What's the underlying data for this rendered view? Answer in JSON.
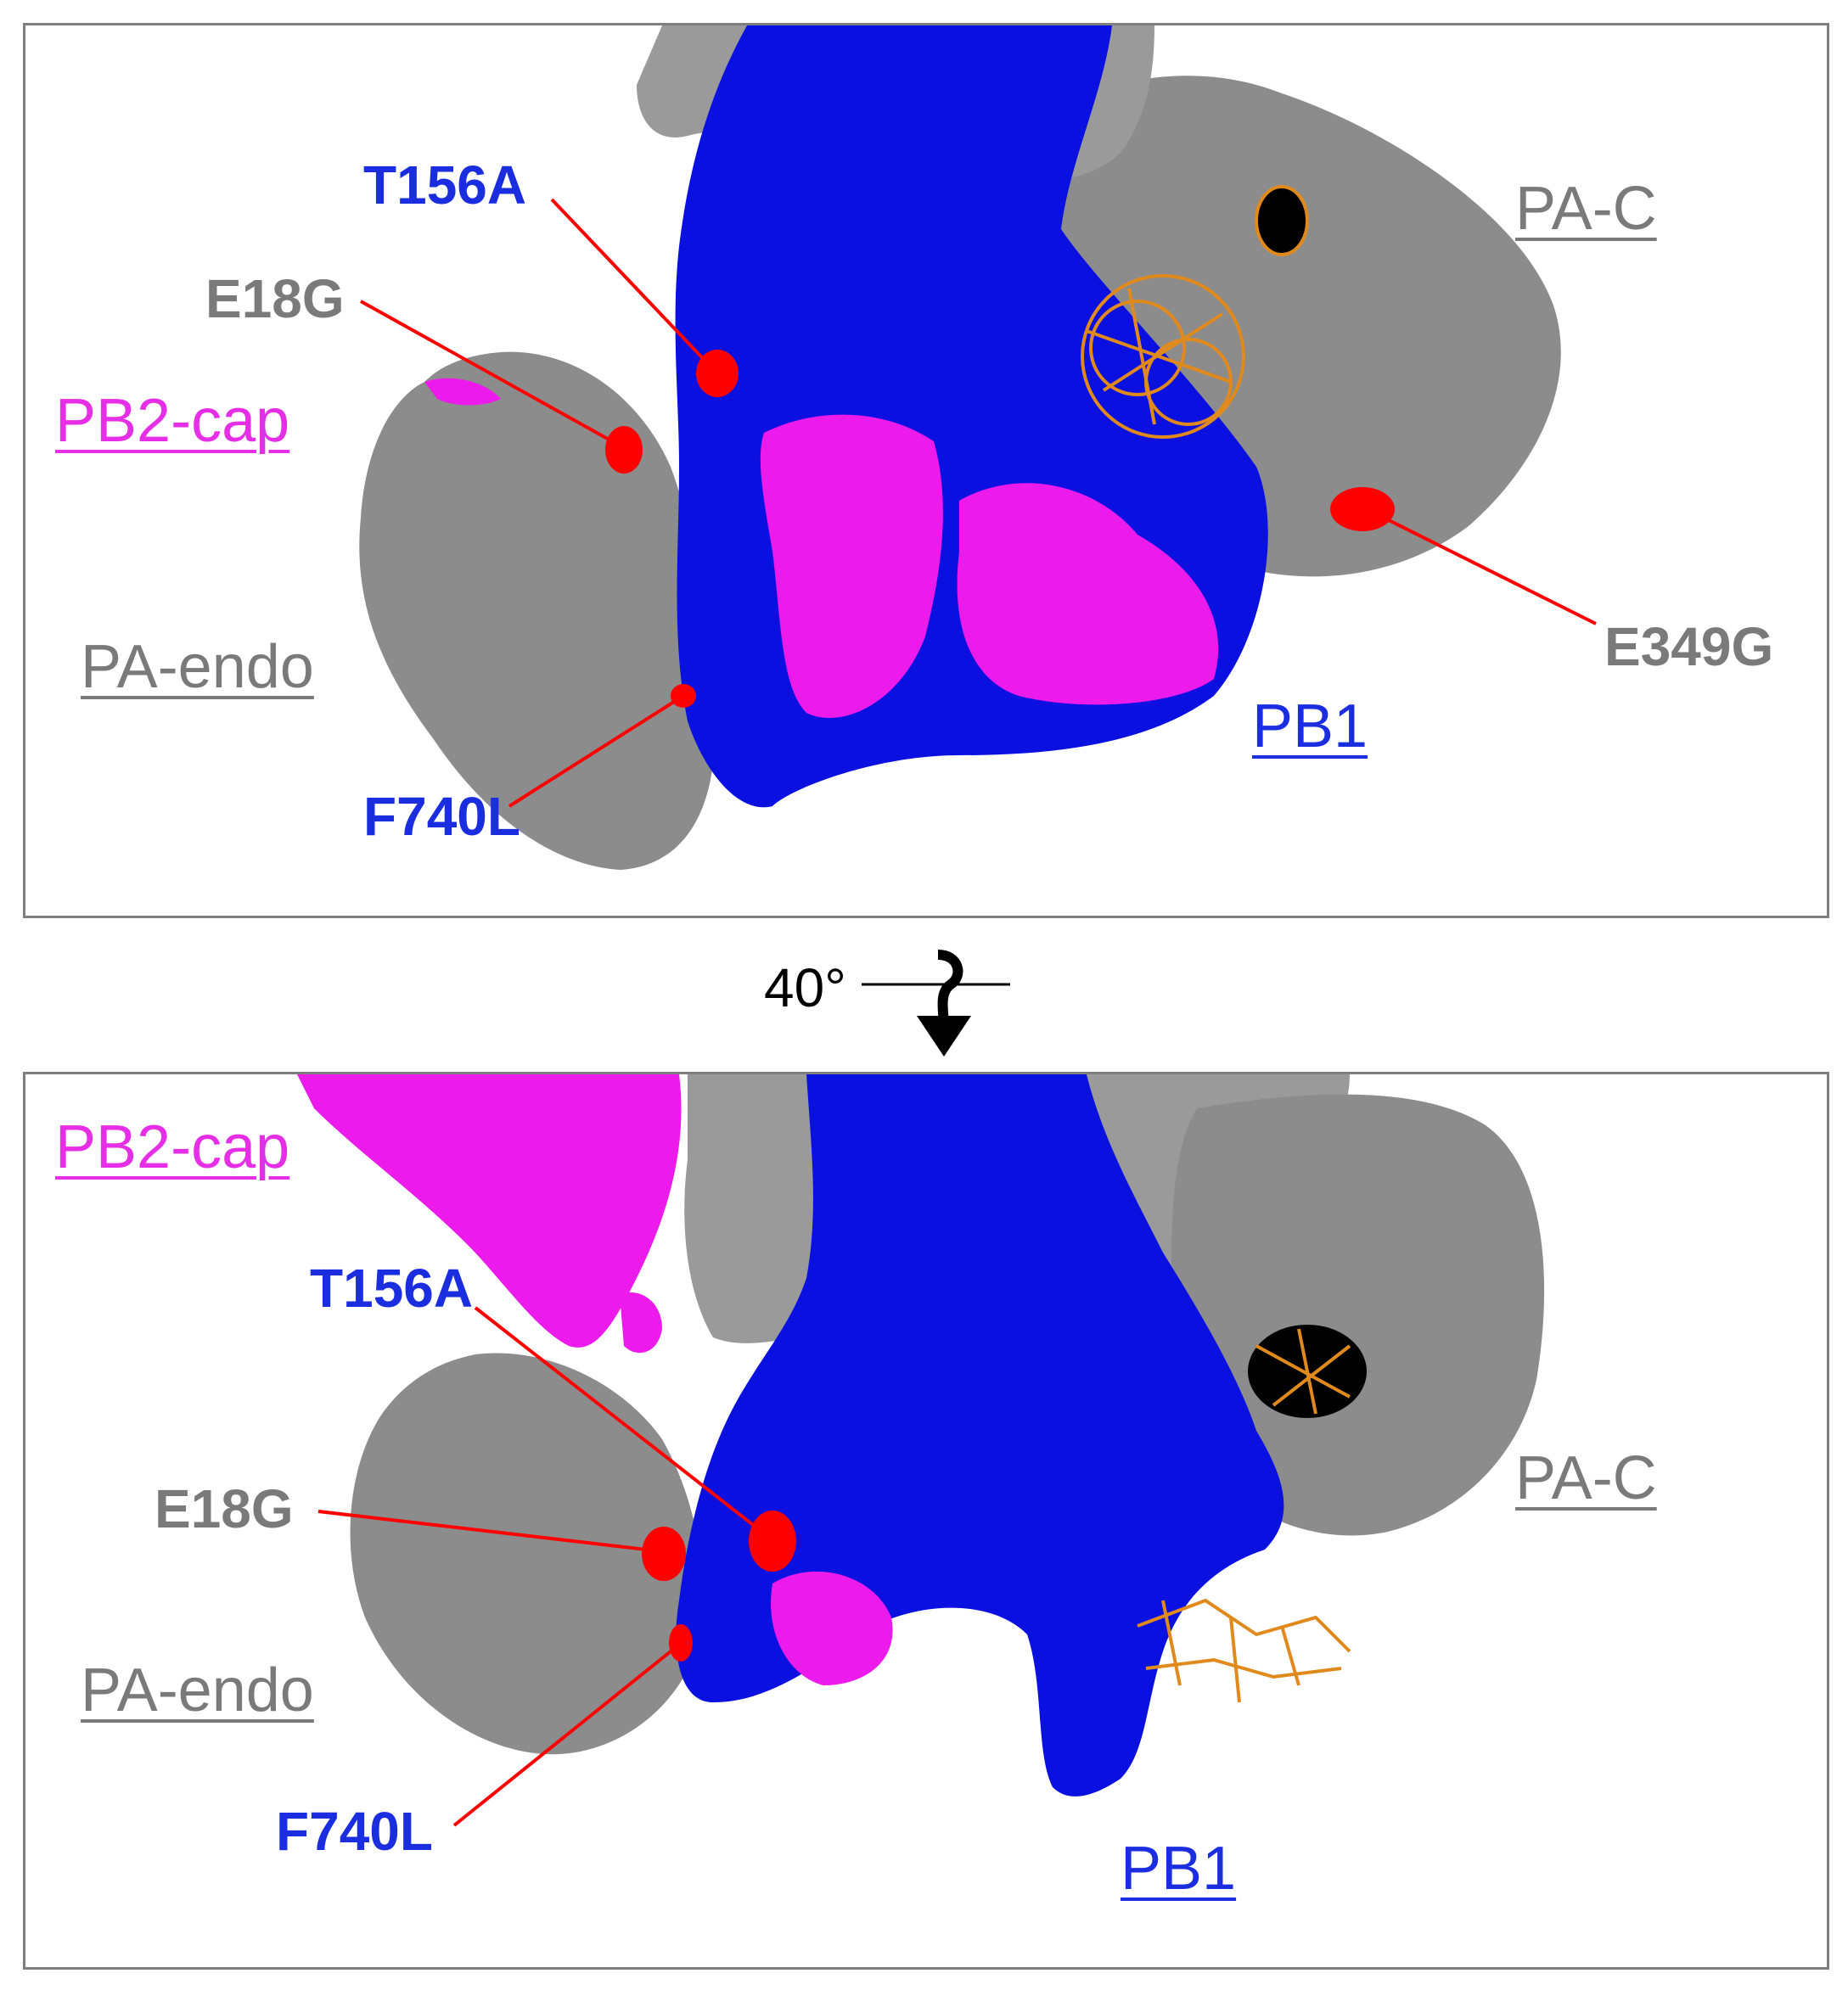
{
  "colors": {
    "pa": "#8c8c8c",
    "pb1": "#0a10e0",
    "pb2": "#ec1bec",
    "mutation": "#ff0000",
    "ligand": "#e08a1e",
    "text_gray": "#7a7a7a",
    "text_blue": "#1a2ee0",
    "text_magenta": "#e62ee6"
  },
  "top_panel": {
    "labels": {
      "pa_c": "PA-C",
      "pb2_cap": "PB2-cap",
      "pa_endo": "PA-endo",
      "pb1": "PB1"
    },
    "mutations": {
      "t156a": "T156A",
      "e18g": "E18G",
      "e349g": "E349G",
      "f740l": "F740L"
    }
  },
  "rotation": {
    "angle": "40°",
    "icon": "rotate-arrow-icon"
  },
  "bottom_panel": {
    "labels": {
      "pb2_cap": "PB2-cap",
      "pa_c": "PA-C",
      "pa_endo": "PA-endo",
      "pb1": "PB1"
    },
    "mutations": {
      "t156a": "T156A",
      "e18g": "E18G",
      "f740l": "F740L"
    }
  }
}
